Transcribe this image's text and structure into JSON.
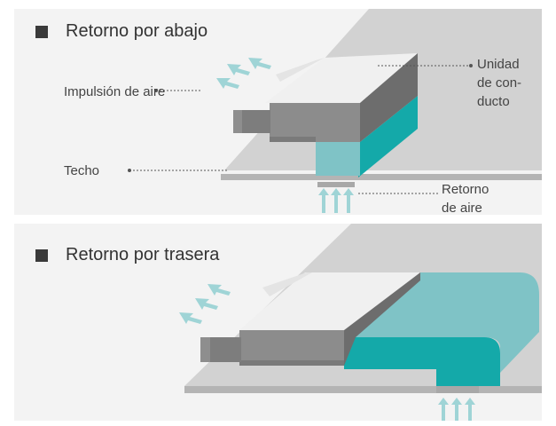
{
  "colors": {
    "panel_bg": "#f3f3f3",
    "ceiling": "#d2d2d2",
    "unit_top": "#f0f0f0",
    "unit_front": "#8c8c8c",
    "unit_side": "#6d6d6d",
    "duct_teal": "#14a9a9",
    "duct_light": "#7fc3c6",
    "arrow": "#9fd4d6",
    "bullet": "#3a3a3a",
    "text": "#444444"
  },
  "panel_top": {
    "title": "Retorno por abajo",
    "labels": {
      "supply": "Impulsión de aire",
      "unit": [
        "Unidad",
        "de con-",
        "ducto"
      ],
      "ceiling": "Techo",
      "return": [
        "Retorno",
        "de aire"
      ]
    }
  },
  "panel_bottom": {
    "title": "Retorno por trasera"
  }
}
